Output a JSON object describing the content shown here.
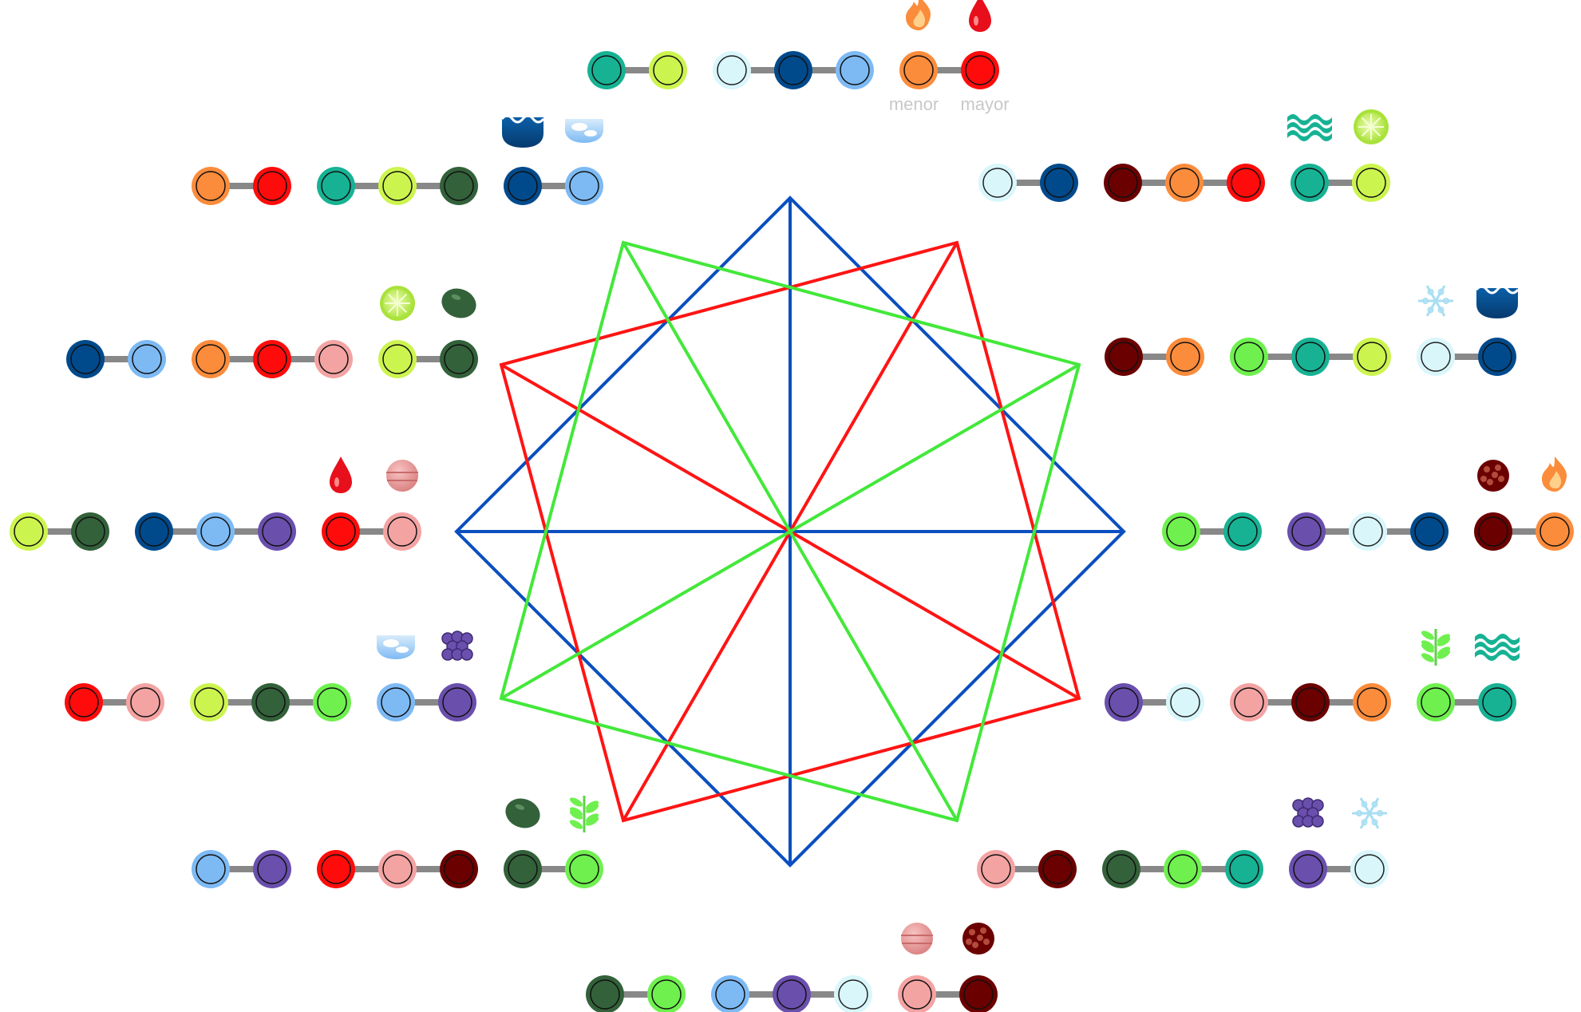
{
  "colors": {
    "fire_orange": "#fb8c3c",
    "blood_red": "#ff0b0b",
    "pink": "#f4a3a3",
    "maroon": "#6b0000",
    "lime": "#ccf44f",
    "olive_green": "#33613a",
    "bright_green": "#6ff04f",
    "teal": "#17b294",
    "navy": "#004a8c",
    "sky_blue": "#7dbaf4",
    "ice": "#d9f6fb",
    "purple": "#6a4fad",
    "link_gray": "#888888"
  },
  "diagram": {
    "title": "",
    "star_colors": [
      "#0b4fc0",
      "#ff1414",
      "#43e83a"
    ],
    "labels": {
      "minor": "menor",
      "major": "mayor"
    },
    "rows": [
      {
        "id": "top",
        "groups": [
          [
            "teal",
            "lime"
          ],
          [
            "ice",
            "navy",
            "sky_blue"
          ],
          [
            "fire_orange",
            "blood_red"
          ]
        ],
        "icons": [
          "fire-icon",
          "blood-drop-icon"
        ],
        "labels": true
      },
      {
        "id": "upper-left",
        "groups": [
          [
            "fire_orange",
            "blood_red"
          ],
          [
            "teal",
            "lime",
            "olive_green"
          ],
          [
            "navy",
            "sky_blue"
          ]
        ],
        "icons": [
          "deep-water-icon",
          "sky-cloud-icon"
        ]
      },
      {
        "id": "upper-right",
        "groups": [
          [
            "ice",
            "navy"
          ],
          [
            "maroon",
            "fire_orange",
            "blood_red"
          ],
          [
            "teal",
            "lime"
          ]
        ],
        "icons": [
          "waves-icon",
          "lime-slice-icon"
        ]
      },
      {
        "id": "mid-upper-left",
        "groups": [
          [
            "navy",
            "sky_blue"
          ],
          [
            "fire_orange",
            "blood_red",
            "pink"
          ],
          [
            "lime",
            "olive_green"
          ]
        ],
        "icons": [
          "lime-slice-icon",
          "olive-icon"
        ]
      },
      {
        "id": "mid-upper-right",
        "groups": [
          [
            "maroon",
            "fire_orange"
          ],
          [
            "bright_green",
            "teal",
            "lime"
          ],
          [
            "ice",
            "navy"
          ]
        ],
        "icons": [
          "snowflake-icon",
          "deep-water-icon"
        ]
      },
      {
        "id": "left",
        "groups": [
          [
            "lime",
            "olive_green"
          ],
          [
            "navy",
            "sky_blue",
            "purple"
          ],
          [
            "blood_red",
            "pink"
          ]
        ],
        "icons": [
          "blood-drop-icon",
          "pink-planet-icon"
        ]
      },
      {
        "id": "right",
        "groups": [
          [
            "bright_green",
            "teal"
          ],
          [
            "purple",
            "ice",
            "navy"
          ],
          [
            "maroon",
            "fire_orange"
          ]
        ],
        "icons": [
          "maroon-rock-icon",
          "fire-icon"
        ]
      },
      {
        "id": "mid-lower-left",
        "groups": [
          [
            "blood_red",
            "pink"
          ],
          [
            "lime",
            "olive_green",
            "bright_green"
          ],
          [
            "sky_blue",
            "purple"
          ]
        ],
        "icons": [
          "sky-cloud-icon",
          "grapes-icon"
        ]
      },
      {
        "id": "mid-lower-right",
        "groups": [
          [
            "purple",
            "ice"
          ],
          [
            "pink",
            "maroon",
            "fire_orange"
          ],
          [
            "bright_green",
            "teal"
          ]
        ],
        "icons": [
          "herb-sprig-icon",
          "waves-icon"
        ]
      },
      {
        "id": "lower-left",
        "groups": [
          [
            "sky_blue",
            "purple"
          ],
          [
            "blood_red",
            "pink",
            "maroon"
          ],
          [
            "olive_green",
            "bright_green"
          ]
        ],
        "icons": [
          "olive-icon",
          "herb-sprig-icon"
        ]
      },
      {
        "id": "lower-right",
        "groups": [
          [
            "pink",
            "maroon"
          ],
          [
            "olive_green",
            "bright_green",
            "teal"
          ],
          [
            "purple",
            "ice"
          ]
        ],
        "icons": [
          "grapes-icon",
          "snowflake-icon"
        ]
      },
      {
        "id": "bottom",
        "groups": [
          [
            "olive_green",
            "bright_green"
          ],
          [
            "sky_blue",
            "purple",
            "ice"
          ],
          [
            "pink",
            "maroon"
          ]
        ],
        "icons": [
          "pink-planet-icon",
          "maroon-rock-icon"
        ]
      }
    ]
  }
}
